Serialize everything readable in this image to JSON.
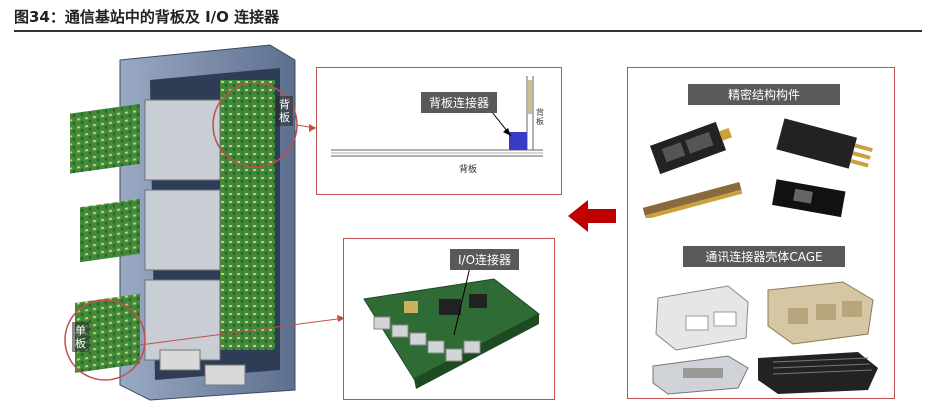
{
  "title": "图34：通信基站中的背板及 I/O 连接器",
  "labels": {
    "rack_backplane": "背板",
    "rack_single_board": "单板",
    "backplane_connector": "背板连接器",
    "backplane_text": "背板",
    "side_text": "背板",
    "io_connector": "I/O连接器",
    "precision_parts": "精密结构构件",
    "cage": "通讯连接器壳体CAGE"
  },
  "colors": {
    "accent": "#c0504d",
    "label_bg": "#595959",
    "arrow": "#c00000",
    "connector": "#3a3ac8"
  }
}
